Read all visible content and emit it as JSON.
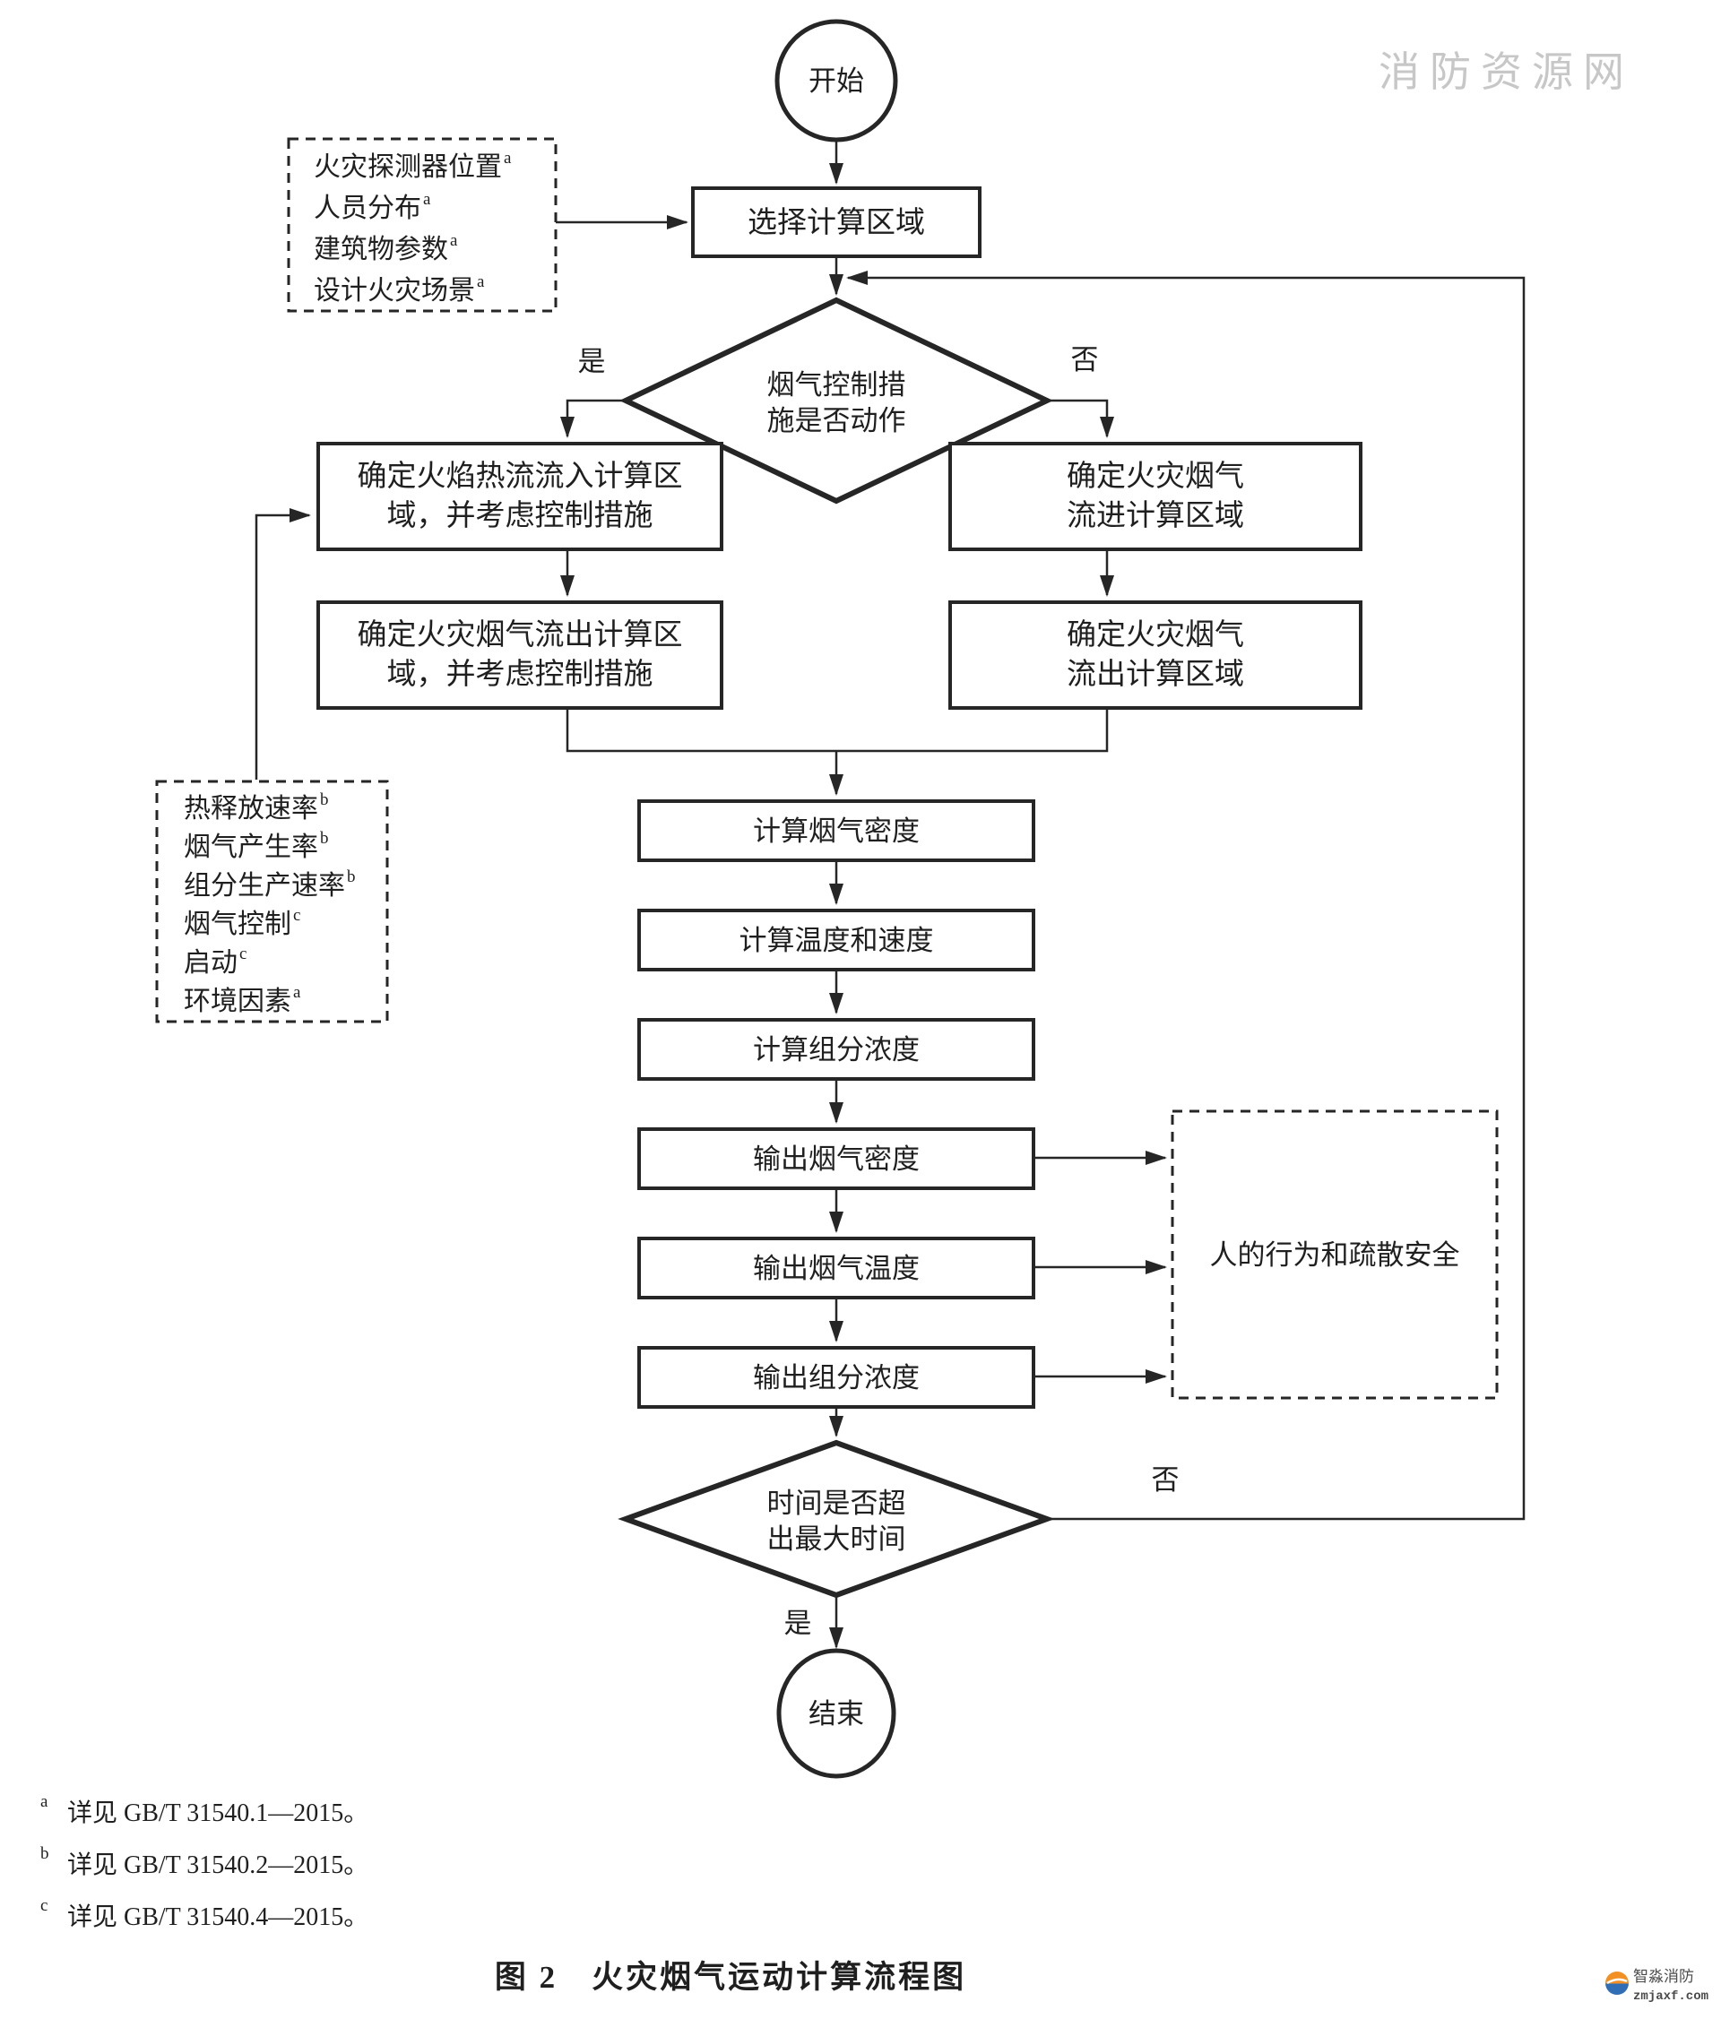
{
  "watermark": "消防资源网",
  "flowchart": {
    "start_label": "开始",
    "select_region": "选择计算区域",
    "inputs_box1": {
      "lines": [
        {
          "t": "火灾探测器位置",
          "s": "a"
        },
        {
          "t": "人员分布",
          "s": "a"
        },
        {
          "t": "建筑物参数",
          "s": "a"
        },
        {
          "t": "设计火灾场景",
          "s": "a"
        }
      ]
    },
    "decision1": {
      "line1": "烟气控制措",
      "line2": "施是否动作",
      "yes": "是",
      "no": "否"
    },
    "box_flame_in": {
      "line1": "确定火焰热流流入计算区",
      "line2": "域，并考虑控制措施"
    },
    "box_smoke_out_left": {
      "line1": "确定火灾烟气流出计算区",
      "line2": "域，并考虑控制措施"
    },
    "box_smoke_in_right": {
      "line1": "确定火灾烟气",
      "line2": "流进计算区域"
    },
    "box_smoke_out_right": {
      "line1": "确定火灾烟气",
      "line2": "流出计算区域"
    },
    "inputs_box2": {
      "lines": [
        {
          "t": "热释放速率",
          "s": "b"
        },
        {
          "t": "烟气产生率",
          "s": "b"
        },
        {
          "t": "组分生产速率",
          "s": "b"
        },
        {
          "t": "烟气控制",
          "s": "c"
        },
        {
          "t": "启动",
          "s": "c"
        },
        {
          "t": "环境因素",
          "s": "a"
        }
      ]
    },
    "calc_density": "计算烟气密度",
    "calc_temp_velocity": "计算温度和速度",
    "calc_concentration": "计算组分浓度",
    "out_density": "输出烟气密度",
    "out_temp": "输出烟气温度",
    "out_concentration": "输出组分浓度",
    "evacuation_box": "人的行为和疏散安全",
    "decision2": {
      "line1": "时间是否超",
      "line2": "出最大时间",
      "yes": "是",
      "no": "否"
    },
    "end_label": "结束"
  },
  "footnotes": [
    {
      "marker": "a",
      "text": "详见 GB/T 31540.1—2015。"
    },
    {
      "marker": "b",
      "text": "详见 GB/T 31540.2—2015。"
    },
    {
      "marker": "c",
      "text": "详见 GB/T 31540.4—2015。"
    }
  ],
  "caption": "图 2　火灾烟气运动计算流程图",
  "logo": {
    "name": "智淼消防",
    "domain": "zmjaxf.com"
  },
  "colors": {
    "line": "#262626",
    "watermark": "#c7c7c7",
    "logo_orange": "#f29023",
    "logo_blue": "#2f6eb5"
  }
}
